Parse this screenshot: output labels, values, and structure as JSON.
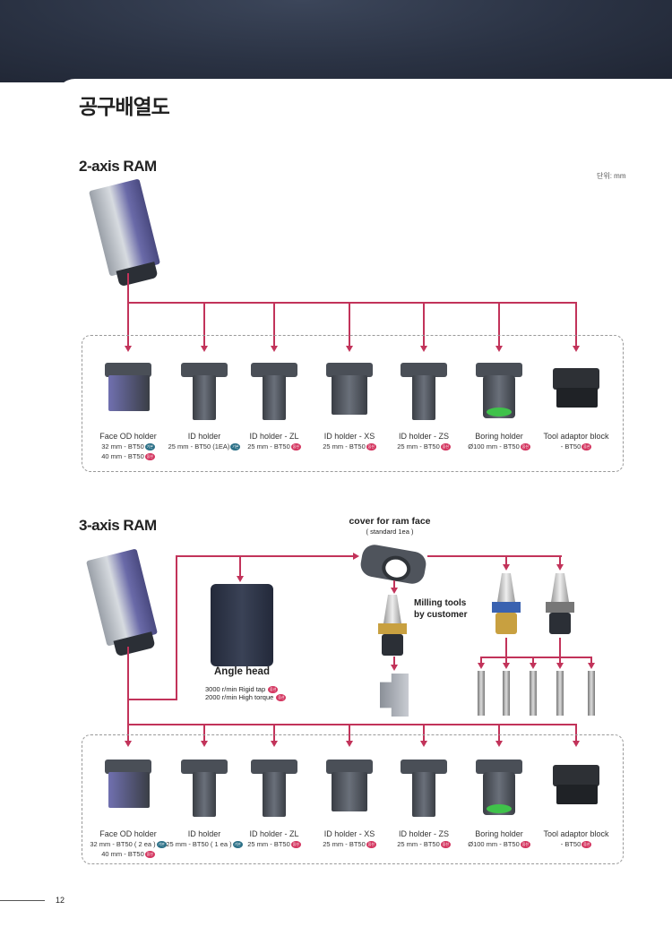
{
  "page_title": "공구배열도",
  "unit_label": "단위: mm",
  "badges": {
    "standard": "기본",
    "option": "옵션"
  },
  "section_2axis": {
    "title": "2-axis RAM",
    "tools": [
      {
        "name": "Face OD holder",
        "specs": [
          {
            "text": "32 mm - BT50",
            "badge": "standard"
          },
          {
            "text": "40 mm - BT50",
            "badge": "option"
          }
        ]
      },
      {
        "name": "ID holder",
        "specs": [
          {
            "text": "25 mm - BT50 (1EA)",
            "badge": "standard"
          }
        ]
      },
      {
        "name": "ID holder - ZL",
        "specs": [
          {
            "text": "25 mm - BT50",
            "badge": "option"
          }
        ]
      },
      {
        "name": "ID holder - XS",
        "specs": [
          {
            "text": "25 mm - BT50",
            "badge": "option"
          }
        ]
      },
      {
        "name": "ID holder - ZS",
        "specs": [
          {
            "text": "25 mm - BT50",
            "badge": "option"
          }
        ]
      },
      {
        "name": "Boring holder",
        "specs": [
          {
            "text": "Ø100 mm - BT50",
            "badge": "option"
          }
        ]
      },
      {
        "name": "Tool adaptor block",
        "specs": [
          {
            "text": "- BT50",
            "badge": "option"
          }
        ]
      }
    ]
  },
  "section_3axis": {
    "title": "3-axis RAM",
    "cover": {
      "name": "cover for ram face",
      "note": "( standard 1ea )"
    },
    "milling": {
      "line1": "Milling tools",
      "line2": "by customer"
    },
    "angle_head": {
      "name": "Angle head",
      "specs": [
        {
          "text": "3000 r/min Rigid tap",
          "badge": "option"
        },
        {
          "text": "2000 r/min High torque",
          "badge": "option"
        }
      ]
    },
    "tools": [
      {
        "name": "Face OD holder",
        "specs": [
          {
            "text": "32 mm - BT50 ( 2 ea )",
            "badge": "standard"
          },
          {
            "text": "40 mm - BT50",
            "badge": "option"
          }
        ]
      },
      {
        "name": "ID holder",
        "specs": [
          {
            "text": "25 mm - BT50 ( 1 ea )",
            "badge": "standard"
          }
        ]
      },
      {
        "name": "ID holder - ZL",
        "specs": [
          {
            "text": "25 mm - BT50",
            "badge": "option"
          }
        ]
      },
      {
        "name": "ID holder - XS",
        "specs": [
          {
            "text": "25 mm - BT50",
            "badge": "option"
          }
        ]
      },
      {
        "name": "ID holder - ZS",
        "specs": [
          {
            "text": "25 mm - BT50",
            "badge": "option"
          }
        ]
      },
      {
        "name": "Boring holder",
        "specs": [
          {
            "text": "Ø100 mm - BT50",
            "badge": "option"
          }
        ]
      },
      {
        "name": "Tool adaptor block",
        "specs": [
          {
            "text": "- BT50",
            "badge": "option"
          }
        ]
      }
    ]
  },
  "page_number": "12"
}
